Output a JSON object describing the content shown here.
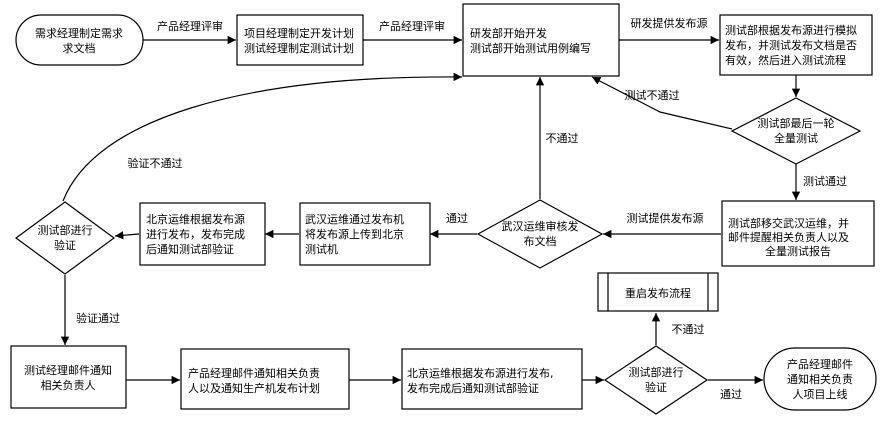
{
  "nodes": {
    "start": {
      "lines": [
        "需求经理制定需求",
        "求文档"
      ]
    },
    "plan": {
      "lines": [
        "项目经理制定开发计划",
        "测试经理制定测试计划"
      ]
    },
    "dev": {
      "lines": [
        "研发部开始开发",
        "测试部开始测试用例编写"
      ]
    },
    "test_sim": {
      "lines": [
        "测试部根据发布源进行模拟",
        "发布，并测试发布文档是否",
        "有效，然后进入测试流程"
      ]
    },
    "final_test": {
      "lines": [
        "测试部最后一轮",
        "全量测试"
      ]
    },
    "handover": {
      "lines": [
        "测试部移交武汉运维，并",
        "邮件提醒相关负责人以及",
        "全量测试报告"
      ]
    },
    "wh_review": {
      "lines": [
        "武汉运维审核发",
        "布文档"
      ]
    },
    "wh_upload": {
      "lines": [
        "武汉运维通过发布机",
        "将发布源上传到北京",
        "测试机"
      ]
    },
    "bj_publish1": {
      "lines": [
        "北京运维根据发布源",
        "进行发布，发布完成",
        "后通知测试部验证"
      ]
    },
    "verify1": {
      "lines": [
        "测试部进行",
        "验证"
      ]
    },
    "notify": {
      "lines": [
        "测试经理邮件通知",
        "相关负责人"
      ]
    },
    "pm_notify": {
      "lines": [
        "产品经理邮件通知相关负责",
        "人以及通知生产机发布计划"
      ]
    },
    "bj_publish2": {
      "lines": [
        "北京运维根据发布源进行发布,",
        "发布完成后通知测试部验证"
      ]
    },
    "verify2": {
      "lines": [
        "测试部进行",
        "验证"
      ]
    },
    "restart": {
      "lines": [
        "重启发布流程"
      ]
    },
    "end": {
      "lines": [
        "产品经理邮件",
        "通知相关负责",
        "人项目上线"
      ]
    }
  },
  "edges": {
    "e1": "产品经理评审",
    "e2": "产品经理评审",
    "e3": "研发提供发布源",
    "e4": "测试不通过",
    "e5": "测试通过",
    "e6": "测试提供发布源",
    "e7": "不通过",
    "e8": "通过",
    "e9": "验证不通过",
    "e10": "验证通过",
    "e11": "不通过",
    "e12": "通过"
  }
}
